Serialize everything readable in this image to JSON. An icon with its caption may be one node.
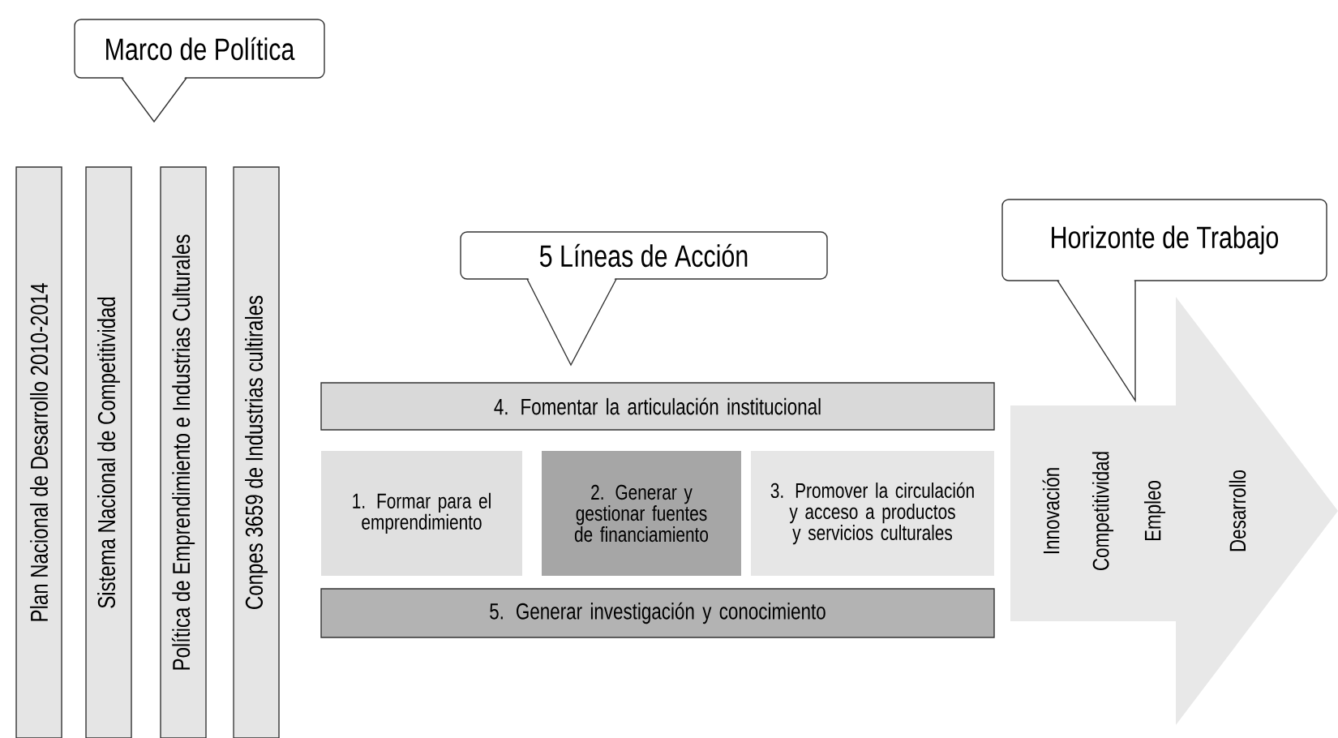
{
  "diagram": {
    "nodes": [
      {
        "text": [
          "Marco de Política"
        ]
      },
      {
        "text": [
          "Plan Nacional de Desarrollo 2010-2014"
        ]
      },
      {
        "text": [
          "Sistema Nacional de Competitividad"
        ]
      },
      {
        "text": [
          "Política de Emprendimiento e Industrias Culturales"
        ]
      },
      {
        "text": [
          "Conpes 3659 de Industrias cultirales"
        ]
      },
      {
        "text": [
          "5 Líneas de Acción"
        ]
      },
      {
        "text": [
          "4. Fomentar la articulación institucional"
        ]
      },
      {
        "text": [
          "1. Formar para el emprendimiento"
        ]
      },
      {
        "text": [
          "2. Generar y gestionar fuentes de financiamiento"
        ]
      },
      {
        "text": [
          "3. Promover la circulación y acceso a productos y servicios culturales"
        ]
      },
      {
        "text": [
          "5. Generar investigación y conocimiento"
        ]
      },
      {
        "text": [
          "Horizonte de Trabajo"
        ]
      },
      {
        "text": [
          "Innovación",
          "Competitividad",
          "Empleo",
          "Desarrollo"
        ]
      }
    ]
  }
}
